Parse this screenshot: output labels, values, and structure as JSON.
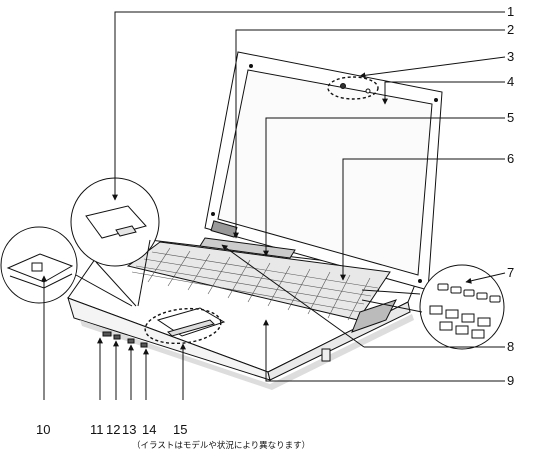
{
  "caption": "（イラストはモデルや状況により異なります）",
  "callouts": [
    {
      "id": "c1",
      "label": "1"
    },
    {
      "id": "c2",
      "label": "2"
    },
    {
      "id": "c3",
      "label": "3"
    },
    {
      "id": "c4",
      "label": "4"
    },
    {
      "id": "c5",
      "label": "5"
    },
    {
      "id": "c6",
      "label": "6"
    },
    {
      "id": "c7",
      "label": "7"
    },
    {
      "id": "c8",
      "label": "8"
    },
    {
      "id": "c9",
      "label": "9"
    },
    {
      "id": "c10",
      "label": "10"
    },
    {
      "id": "c11",
      "label": "11"
    },
    {
      "id": "c12",
      "label": "12"
    },
    {
      "id": "c13",
      "label": "13"
    },
    {
      "id": "c14",
      "label": "14"
    },
    {
      "id": "c15",
      "label": "15"
    }
  ]
}
